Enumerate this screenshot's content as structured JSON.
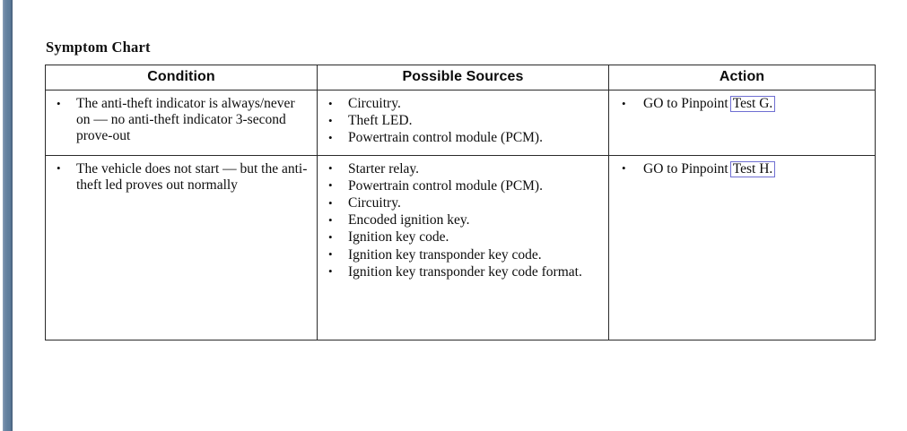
{
  "document": {
    "title": "Symptom Chart"
  },
  "colors": {
    "link_box_border": "#6f6fd2",
    "table_border": "#2a2a2a",
    "side_bar": "#5d7b9a",
    "text": "#0d0d0d"
  },
  "table": {
    "headers": {
      "condition": "Condition",
      "possible_sources": "Possible Sources",
      "action": "Action"
    },
    "rows": [
      {
        "condition": [
          "The anti-theft indicator is always/never on — no anti-theft indicator 3-second prove-out"
        ],
        "possible_sources": [
          "Circuitry.",
          "Theft LED.",
          "Powertrain control module (PCM)."
        ],
        "action": {
          "prefix": "GO to Pinpoint",
          "link": "Test G."
        }
      },
      {
        "condition": [
          "The vehicle does not start — but the anti-theft led proves out normally"
        ],
        "possible_sources": [
          "Starter relay.",
          "Powertrain control module (PCM).",
          "Circuitry.",
          "Encoded ignition key.",
          "Ignition key code.",
          "Ignition key transponder key code.",
          "Ignition key transponder key code format."
        ],
        "action": {
          "prefix": "GO to Pinpoint",
          "link": "Test H."
        }
      }
    ]
  }
}
